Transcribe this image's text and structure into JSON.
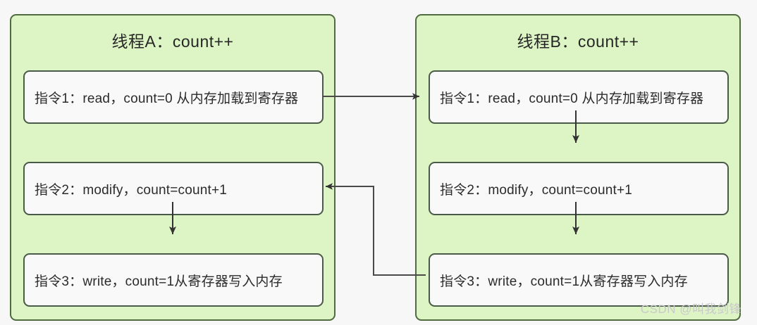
{
  "diagram": {
    "type": "flowchart",
    "description": "Two concurrent threads each executing count++ showing interleaved read/modify/write instructions",
    "colors": {
      "panel_fill": "#ddf4c4",
      "panel_border": "#4f6b3f",
      "box_fill": "#f8f9f8",
      "box_border": "#4a5a48",
      "arrow": "#4a4a4a",
      "canvas": "#f7f7f7",
      "watermark": "#c9c9c9"
    },
    "panels": [
      {
        "id": "thread-a",
        "title": "线程A：count++",
        "steps": [
          {
            "id": "a-step-1",
            "label": "指令1：read，count=0 从内存加载到寄存器"
          },
          {
            "id": "a-step-2",
            "label": "指令2：modify，count=count+1"
          },
          {
            "id": "a-step-3",
            "label": "指令3：write，count=1从寄存器写入内存"
          }
        ]
      },
      {
        "id": "thread-b",
        "title": "线程B：count++",
        "steps": [
          {
            "id": "b-step-1",
            "label": "指令1：read，count=0 从内存加载到寄存器"
          },
          {
            "id": "b-step-2",
            "label": "指令2：modify，count=count+1"
          },
          {
            "id": "b-step-3",
            "label": "指令3：write，count=1从寄存器写入内存"
          }
        ]
      }
    ],
    "connectors": [
      {
        "id": "a1-to-b1",
        "from": "a-step-1",
        "to": "b-step-1",
        "style": "straight-horizontal",
        "direction": "right"
      },
      {
        "id": "a2-to-a3",
        "from": "a-step-2",
        "to": "a-step-3",
        "style": "straight-vertical",
        "direction": "down"
      },
      {
        "id": "b1-to-b2",
        "from": "b-step-1",
        "to": "b-step-2",
        "style": "straight-vertical",
        "direction": "down"
      },
      {
        "id": "b2-to-b3",
        "from": "b-step-2",
        "to": "b-step-3",
        "style": "straight-vertical",
        "direction": "down"
      },
      {
        "id": "b3-to-a2",
        "from": "b-step-3",
        "to": "a-step-2",
        "style": "orthogonal-elbow",
        "direction": "left"
      }
    ]
  },
  "watermark": {
    "text": "CSDN @叫我剑锋"
  }
}
